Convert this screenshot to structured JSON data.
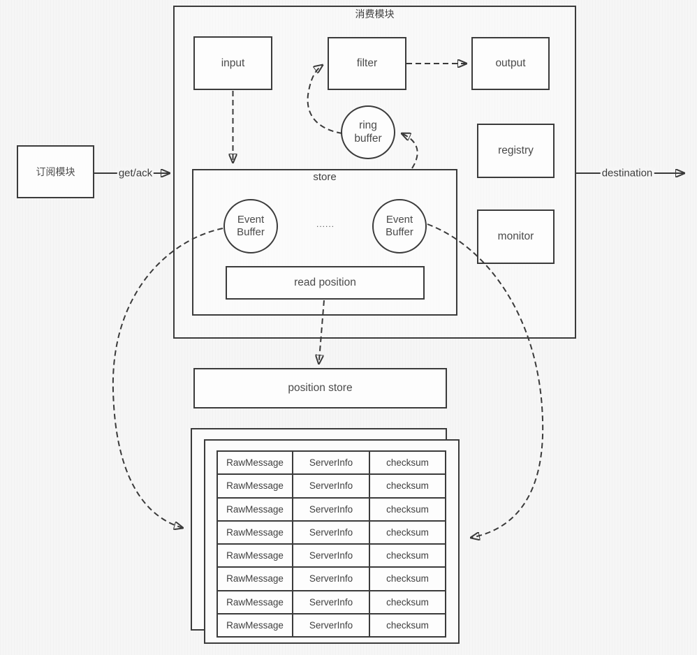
{
  "colors": {
    "line": "#3b3b3b",
    "background": "#f6f6f6"
  },
  "consumer_module": {
    "title": "消费模块",
    "input_label": "input",
    "filter_label": "filter",
    "output_label": "output",
    "ring_buffer_label": "ring buffer",
    "registry_label": "registry",
    "monitor_label": "monitor",
    "store": {
      "title": "store",
      "event_buffer_left": "Event Buffer",
      "ellipsis": "......",
      "event_buffer_right": "Event Buffer",
      "read_position_label": "read position"
    }
  },
  "subscriber_module": {
    "label": "订阅模块"
  },
  "arrows": {
    "get_ack_label": "get/ack",
    "destination_label": "destination"
  },
  "position_store": {
    "label": "position store"
  },
  "message_table": {
    "columns": [
      "RawMessage",
      "ServerInfo",
      "checksum"
    ],
    "row_count": 8
  }
}
